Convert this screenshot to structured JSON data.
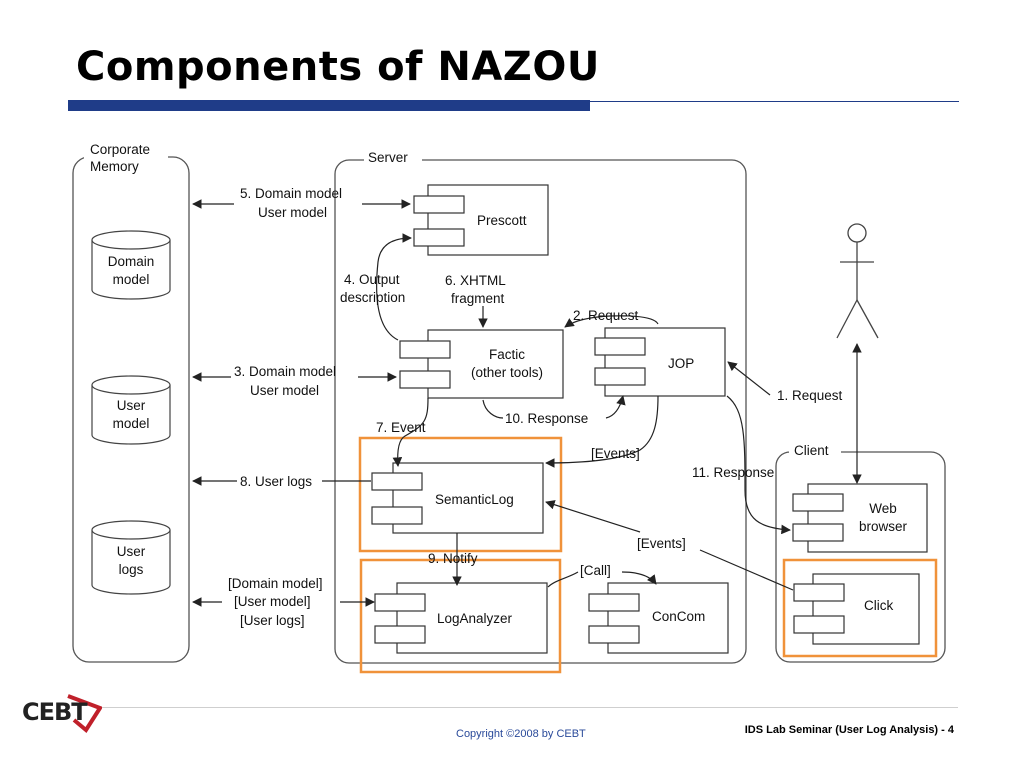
{
  "slide": {
    "title": "Components of NAZOU",
    "footer": {
      "copyright": "Copyright ©2008 by CEBT",
      "page_info": "IDS Lab Seminar (User Log Analysis) - 4",
      "logo_text": "CEBT"
    }
  },
  "diagram": {
    "containers": {
      "corporate_memory": [
        "Corporate",
        "Memory"
      ],
      "server": "Server",
      "client": "Client"
    },
    "stores": {
      "domain_model": [
        "Domain",
        "model"
      ],
      "user_model": [
        "User",
        "model"
      ],
      "user_logs": [
        "User",
        "logs"
      ]
    },
    "components": {
      "prescott": "Prescott",
      "factic": [
        "Factic",
        "(other tools)"
      ],
      "jop": "JOP",
      "semanticlog": "SemanticLog",
      "loganalyzer": "LogAnalyzer",
      "concom": "ConCom",
      "web_browser": [
        "Web",
        "browser"
      ],
      "click": "Click"
    },
    "labels": {
      "l5": [
        "5. Domain model",
        "User model"
      ],
      "l4": [
        "4. Output",
        "description"
      ],
      "l6": [
        "6. XHTML",
        "fragment"
      ],
      "l2": "2. Request",
      "l3": [
        "3. Domain model",
        "User model"
      ],
      "l10": "10. Response",
      "l7": "7. Event",
      "events_jop": "[Events]",
      "l1": "1. Request",
      "l11": "11. Response",
      "l8": "8. User logs",
      "events_click": "[Events]",
      "l9": "9. Notify",
      "call": "[Call]",
      "l_data": [
        "[Domain model]",
        "[User model]",
        "[User logs]"
      ]
    }
  }
}
